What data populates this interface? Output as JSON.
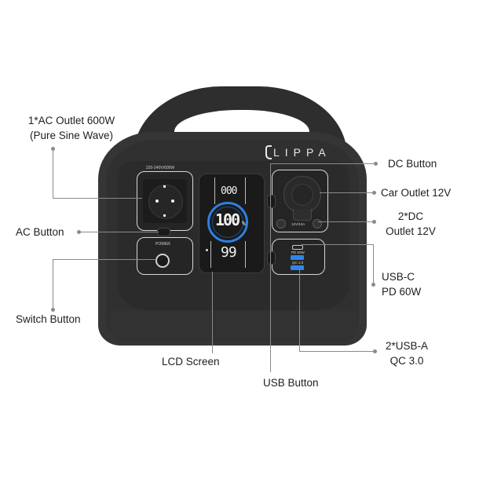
{
  "product": {
    "brand": "LIPPA",
    "ac_panel_rating": "220-240V/600W",
    "power_label": "POWER",
    "car_outlet_rating": "12V/10A",
    "usb_c_label": "PD 60W",
    "usb_a_label": "QC 3.0",
    "lcd": {
      "top_readout": "000",
      "battery_percent": "100",
      "percent_sign": "%",
      "bottom_readout": "99",
      "accent_color": "#2f7fe0"
    }
  },
  "callouts": {
    "ac_outlet": {
      "line1": "1*AC Outlet 600W",
      "line2": "(Pure Sine Wave)"
    },
    "ac_button": "AC Button",
    "switch_button": "Switch Button",
    "lcd_screen": "LCD Screen",
    "usb_button": "USB Button",
    "dc_button": "DC Button",
    "car_outlet": "Car Outlet 12V",
    "dc_outlet": {
      "line1": "2*DC",
      "line2": "Outlet 12V"
    },
    "usb_c": {
      "line1": "USB-C",
      "line2": "PD 60W"
    },
    "usb_a": {
      "line1": "2*USB-A",
      "line2": "QC 3.0"
    }
  },
  "colors": {
    "device_body": "#353535",
    "leader_line": "#8a8a8a",
    "usb_a_port": "#2f86e8"
  }
}
